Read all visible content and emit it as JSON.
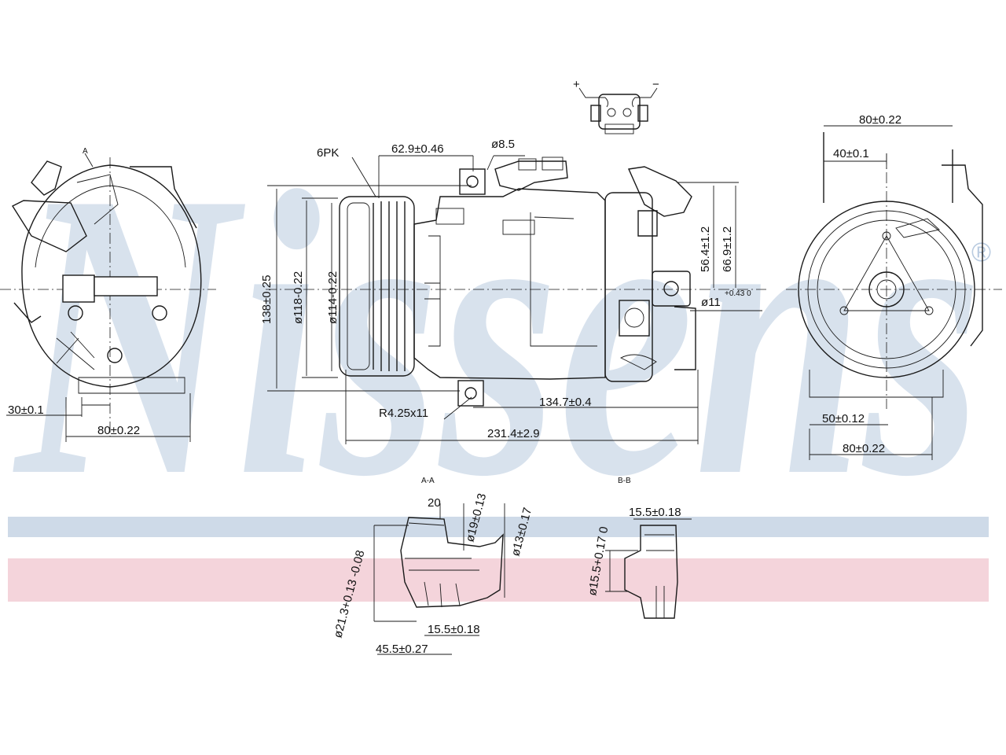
{
  "watermark": {
    "text": "Nissens",
    "registered_mark": "®",
    "color_text": "#b9cbe0",
    "color_band_blue": "#c9d6e6",
    "color_band_red": "#f0c6cf"
  },
  "connector": {
    "plus": "+",
    "minus": "−"
  },
  "side_view_left": {
    "dim_30": "30±0.1",
    "dim_80": "80±0.22",
    "arrow_label": "A"
  },
  "front_view": {
    "belt": "6PK",
    "dim_62_9": "62.9±0.46",
    "dim_dia_8_5": "ø8.5",
    "dim_138": "138±0.25",
    "dim_dia_118": "ø118-0.22",
    "dim_dia_114": "ø114-0.22",
    "dim_56_4": "56.4±1.2",
    "dim_66_9": "66.9±1.2",
    "dim_dia_11": "ø11",
    "dim_dia_11_tol": "+0.43 0",
    "dim_r_4_25": "R4.25x11",
    "dim_134_7": "134.7±0.4",
    "dim_231_4": "231.4±2.9"
  },
  "side_view_right": {
    "dim_80_top": "80±0.22",
    "dim_40": "40±0.1",
    "dim_50": "50±0.12",
    "dim_80_bottom": "80±0.22"
  },
  "section_a": {
    "title": "A-A",
    "dim_20": "20",
    "dim_dia_19": "ø19±0.13",
    "dim_dia_13": "ø13±0.17",
    "dim_dia_21_3": "ø21.3+0.13 -0.08",
    "dim_15_5": "15.5±0.18",
    "dim_45_5": "45.5±0.27"
  },
  "section_b": {
    "title": "B-B",
    "dim_15_5_top": "15.5±0.18",
    "dim_dia_15_5": "ø15.5+0.17 0"
  }
}
